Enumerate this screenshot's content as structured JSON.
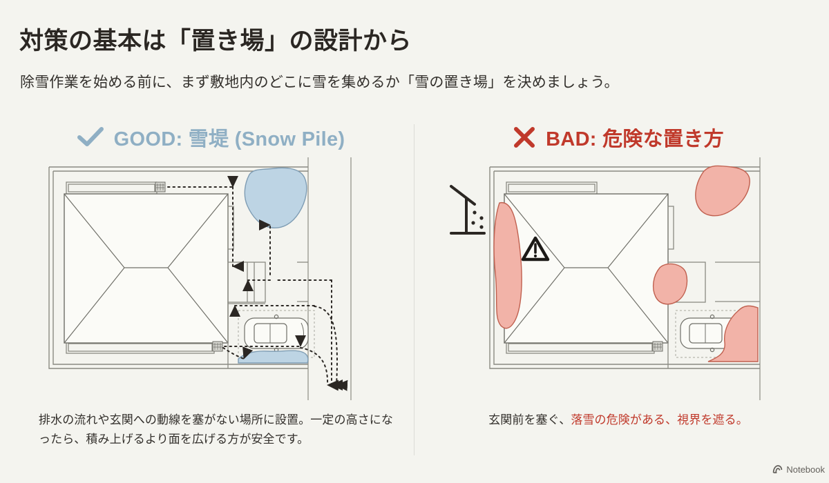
{
  "page": {
    "title": "対策の基本は「置き場」の設計から",
    "subtitle": "除雪作業を始める前に、まず敷地内のどこに雪を集めるか「雪の置き場」を決めましょう。"
  },
  "panels": {
    "good": {
      "mark_icon": "check-icon",
      "label": "GOOD: 雪堤 (Snow Pile)",
      "accent_color": "#8fafc4",
      "snow_pile_fill": "#bdd4e4",
      "snow_pile_stroke": "#7e9cb3",
      "caption": "排水の流れや玄関への動線を塞がない場所に設置。一定の高さになったら、積み上げるより面を広げる方が安全です。",
      "plan_elements": [
        "site-boundary",
        "house-hip-roof",
        "balcony-north",
        "balcony-south",
        "entrance-porch",
        "parking-space",
        "car",
        "drain-grate-north",
        "drain-grate-south",
        "snow-pile-upper",
        "snow-pile-lower",
        "snow-route-arrows",
        "road-edge"
      ]
    },
    "bad": {
      "mark_icon": "cross-icon",
      "label": "BAD: 危険な置き方",
      "accent_color": "#c0392b",
      "snow_fill": "#f2b3a8",
      "snow_stroke": "#c0604f",
      "caption_plain": "玄関前を塞ぐ、",
      "caption_danger": "落雪の危険がある、視界を遮る。",
      "plan_elements": [
        "site-boundary",
        "house-hip-roof",
        "balcony-north",
        "balcony-south",
        "entrance-porch",
        "parking-space",
        "car",
        "drain-grate",
        "roof-snow-fall-icon",
        "warning-triangle-icon",
        "snow-blob-west-wall",
        "snow-blob-upper-right",
        "snow-blob-entrance",
        "snow-blob-lower-right",
        "road-edge"
      ]
    }
  },
  "watermark": {
    "icon": "notebooklm-logo-icon",
    "label": "Notebook"
  }
}
